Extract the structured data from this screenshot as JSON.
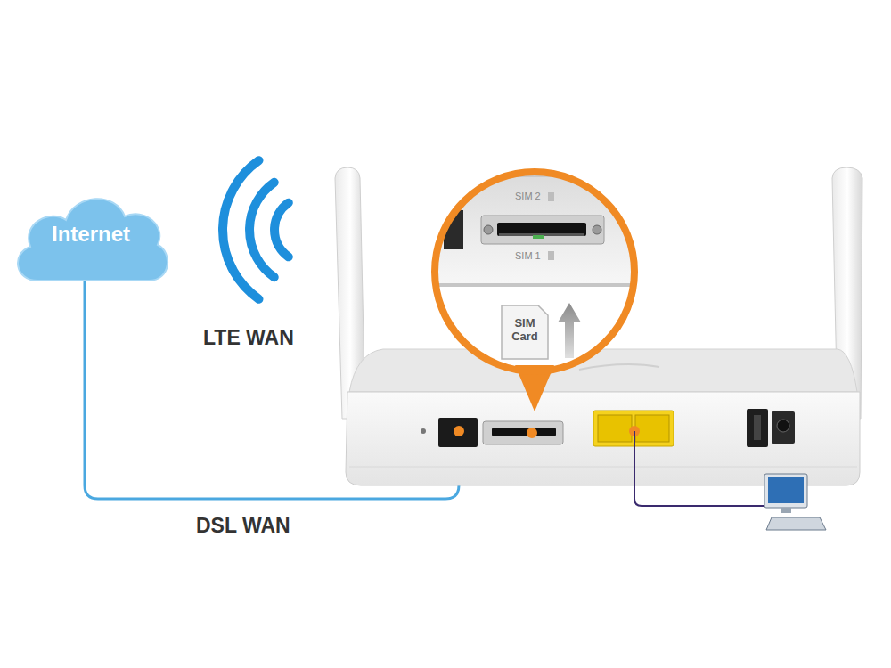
{
  "diagram": {
    "nodes": [
      {
        "text": [
          "Internet"
        ]
      },
      {
        "text": [
          "SIM Card"
        ]
      }
    ],
    "labels": [
      "LTE WAN",
      "DSL WAN",
      "SIM 2",
      "SIM 1"
    ]
  }
}
